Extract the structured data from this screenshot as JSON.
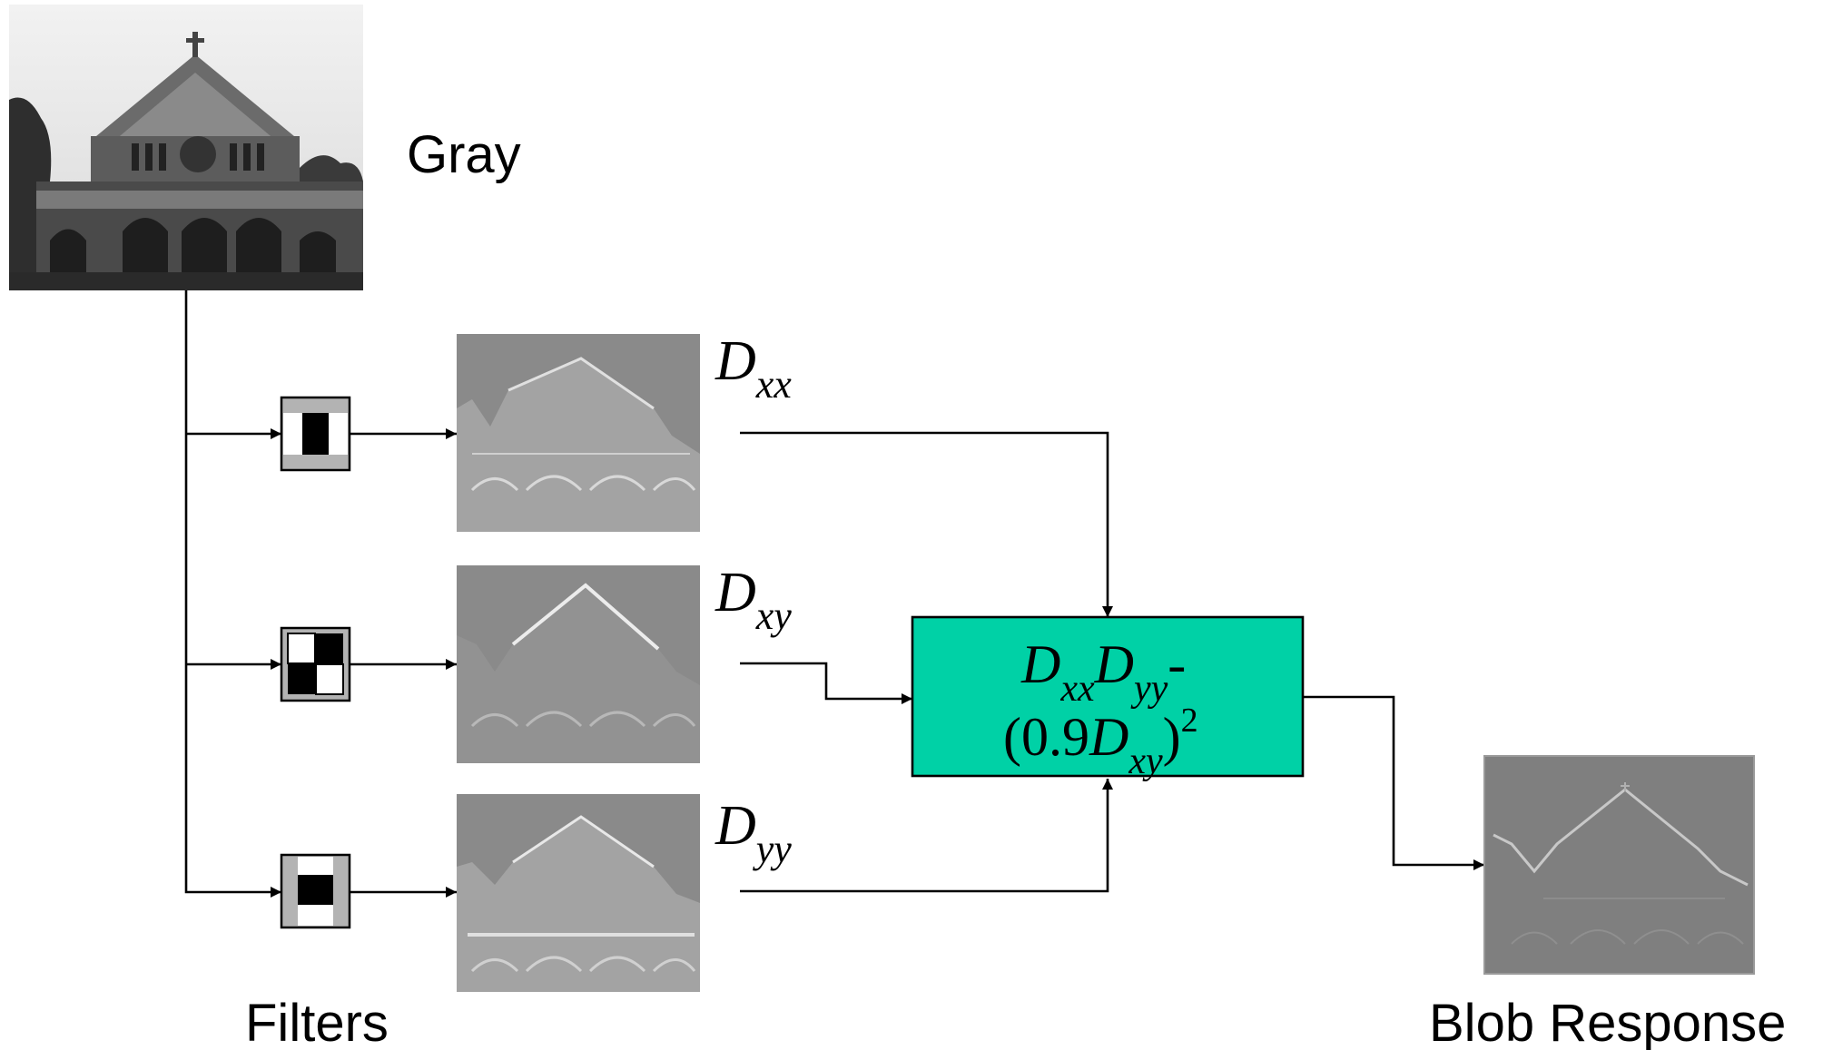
{
  "labels": {
    "gray": "Gray",
    "filters": "Filters",
    "blob_response": "Blob Response"
  },
  "derivatives": {
    "dxx": {
      "base": "D",
      "sub": "xx"
    },
    "dxy": {
      "base": "D",
      "sub": "xy"
    },
    "dyy": {
      "base": "D",
      "sub": "yy"
    }
  },
  "formula": {
    "line1": {
      "d1": "D",
      "s1": "xx",
      "d2": "D",
      "s2": "yy",
      "op": "-"
    },
    "line2": {
      "open": "(0.9",
      "d": "D",
      "s": "xy",
      "close": ")",
      "exp": "2"
    }
  },
  "colors": {
    "formula_box": "#00d1a6",
    "filter_gray": "#b3b3b3",
    "filter_black": "#000000",
    "image_gray": "#808080"
  }
}
